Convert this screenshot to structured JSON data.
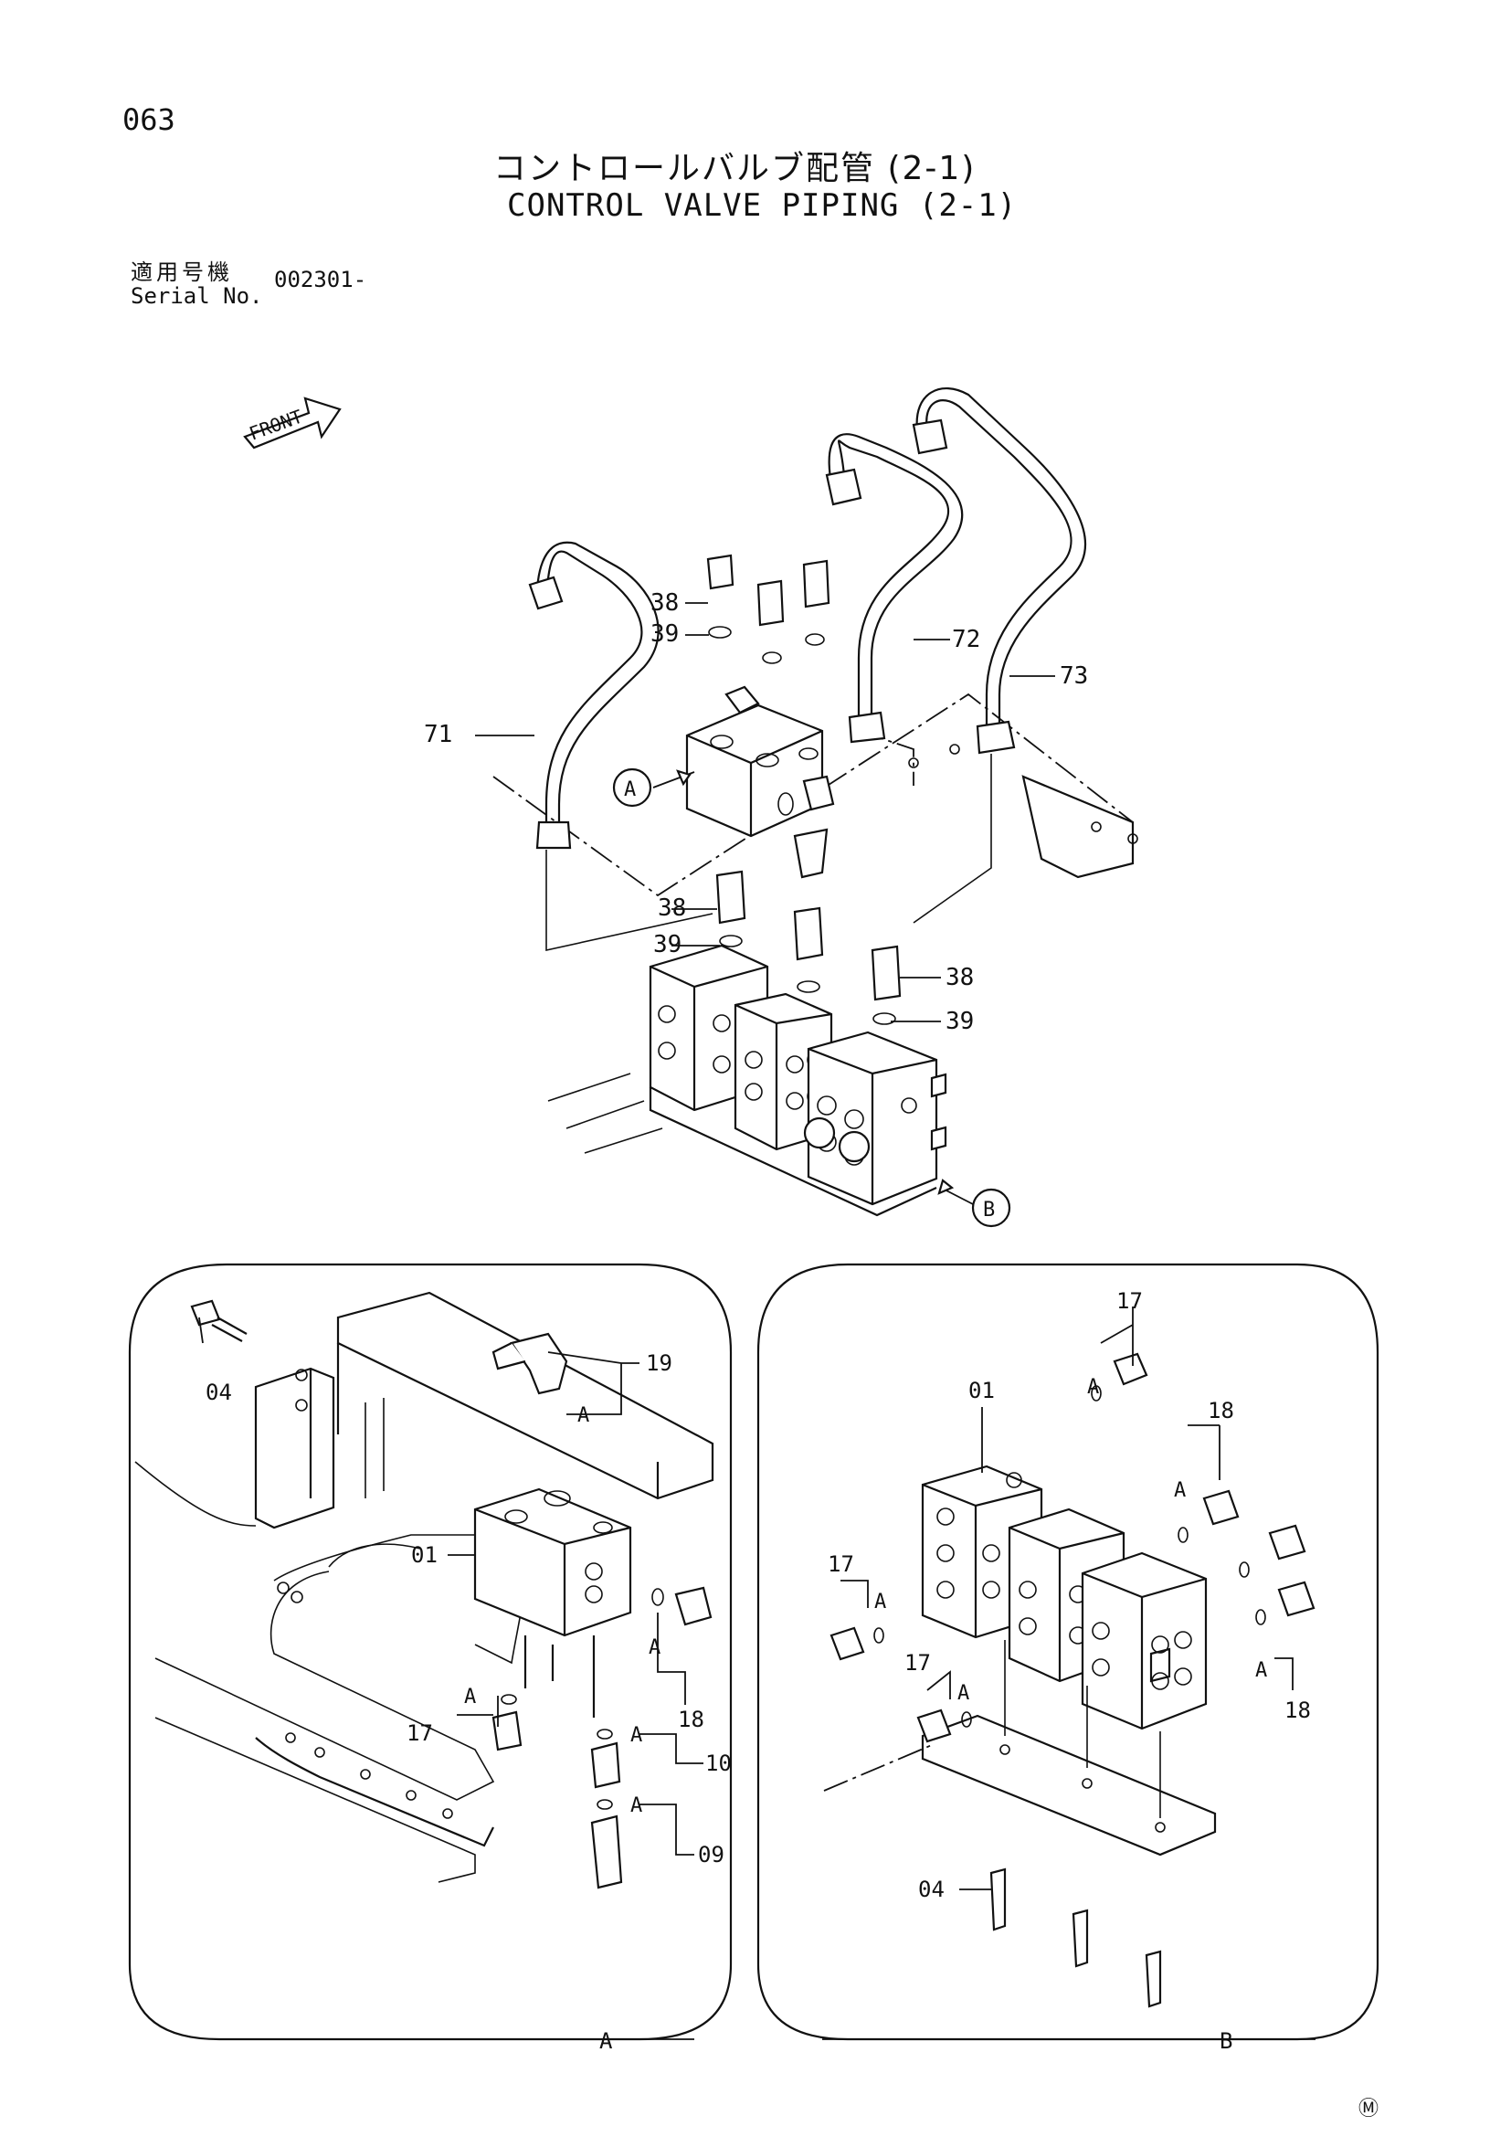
{
  "page_number": "063",
  "title_jp": "コントロールバルブ配管 (2-1)",
  "title_en": "CONTROL VALVE PIPING (2-1)",
  "serial": {
    "label_jp": "適用号機",
    "label_en": "Serial No.",
    "value": "002301-"
  },
  "front_label": "FRONT",
  "callouts": {
    "c38": "38",
    "c39": "39",
    "c71": "71",
    "c72": "72",
    "c73": "73",
    "c01": "01",
    "c04": "04",
    "c09": "09",
    "c10": "10",
    "c17": "17",
    "c18": "18",
    "c19": "19"
  },
  "detail_markers": {
    "a": "A",
    "b": "B"
  },
  "inset_labels": {
    "a": "A",
    "b": "B"
  },
  "corner_mark": "Ⓜ"
}
